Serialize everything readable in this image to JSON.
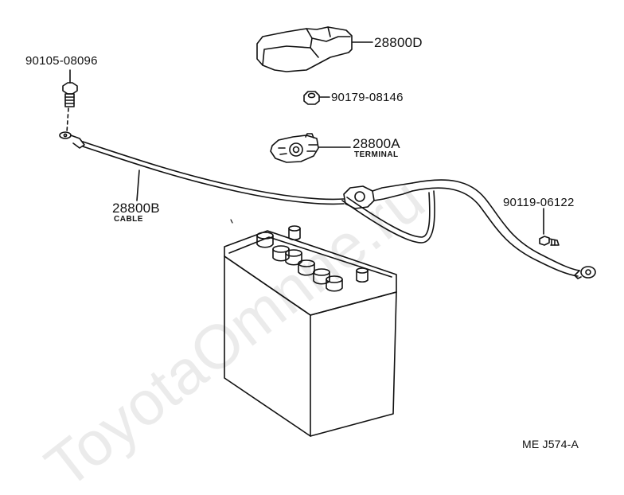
{
  "watermark": "ToyotaOmnne.ru",
  "diagram_code": "ME J574-A",
  "parts": {
    "bolt": {
      "number": "90105-08096"
    },
    "cover": {
      "number": "28800D"
    },
    "nut": {
      "number": "90179-08146"
    },
    "terminal": {
      "number": "28800A",
      "label": "TERMINAL"
    },
    "cable": {
      "number": "28800B",
      "label": "CABLE"
    },
    "screw": {
      "number": "90119-06122"
    }
  }
}
